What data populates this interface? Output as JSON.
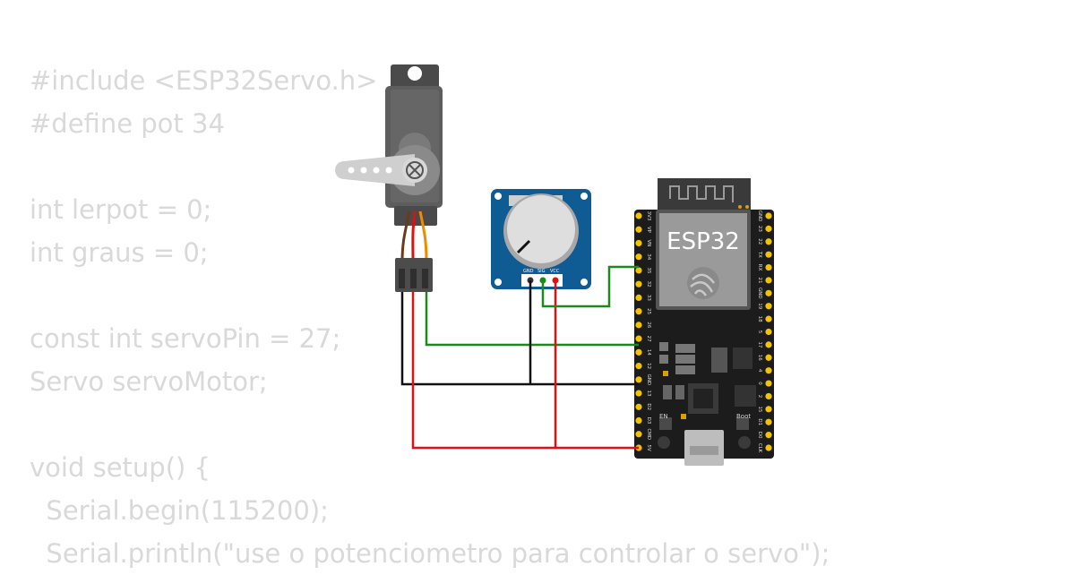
{
  "code": {
    "lines": [
      "#include <ESP32Servo.h>",
      "#define pot 34",
      "",
      "int lerpot = 0;",
      "int graus = 0;",
      "",
      "const int servoPin = 27;",
      "Servo servoMotor;",
      "",
      "void setup() {",
      "  Serial.begin(115200);",
      "  Serial.println(\"use o potenciometro para controlar o servo\");"
    ]
  },
  "board": {
    "label": "ESP32",
    "en_label": "EN",
    "boot_label": "Boot",
    "left_pins": [
      "3V3",
      "VP",
      "VN",
      "34",
      "35",
      "32",
      "33",
      "25",
      "26",
      "27",
      "14",
      "12",
      "GND",
      "13",
      "D2",
      "D3",
      "CMD",
      "5V"
    ],
    "right_pins": [
      "GND",
      "23",
      "22",
      "TX",
      "RX",
      "21",
      "GND",
      "19",
      "18",
      "5",
      "17",
      "16",
      "4",
      "0",
      "2",
      "15",
      "D1",
      "D0",
      "CLK"
    ]
  },
  "potentiometer": {
    "pins": [
      "GND",
      "SIG",
      "VCC"
    ]
  },
  "colors": {
    "wire_green": "#1a8a1a",
    "wire_black": "#111111",
    "wire_red": "#e01010",
    "board_black": "#1c1c1c",
    "pcb_blue": "#0e5c93",
    "servo_body": "#5a5a5a",
    "code_text": "#d9d9d9"
  }
}
